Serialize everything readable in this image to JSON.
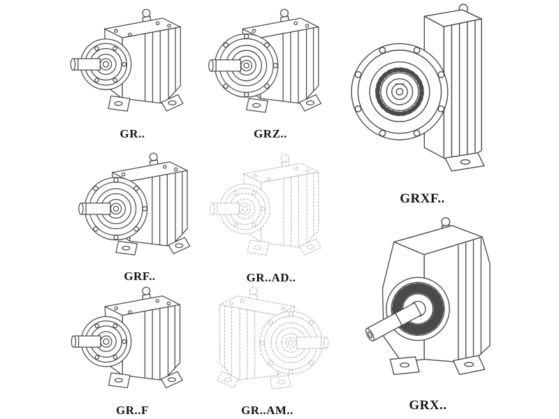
{
  "models": [
    {
      "id": "gr",
      "label": "GR.."
    },
    {
      "id": "grz",
      "label": "GRZ.."
    },
    {
      "id": "grxf",
      "label": "GRXF.."
    },
    {
      "id": "grf",
      "label": "GRF.."
    },
    {
      "id": "gr-ad",
      "label": "GR..AD.."
    },
    {
      "id": "gr-f",
      "label": "GR..F"
    },
    {
      "id": "gr-am",
      "label": "GR..AM.."
    },
    {
      "id": "grx",
      "label": "GRX.."
    }
  ],
  "colors": {
    "line": "#4a4a4a",
    "phantom_line": "#c0c0c0",
    "background": "#ffffff",
    "label_text": "#141414"
  }
}
